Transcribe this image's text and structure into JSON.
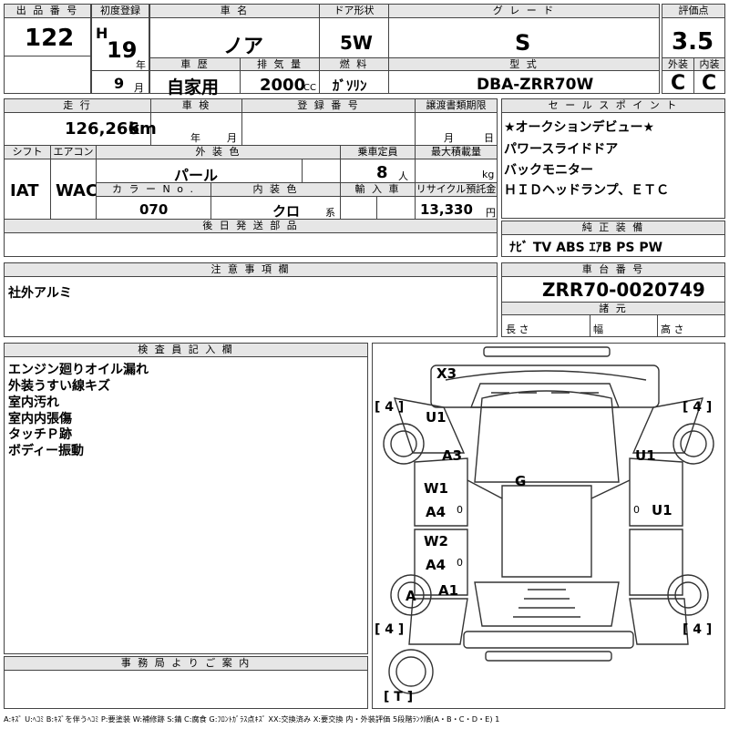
{
  "header": {
    "lot_no_label": "出 品 番 号",
    "lot_no": "122",
    "first_reg_label": "初度登録",
    "era": "H",
    "year": "19",
    "year_unit": "年",
    "month": "9",
    "month_unit": "月",
    "car_name_label": "車 名",
    "car_name": "ノア",
    "door_label": "ドア形状",
    "door": "5W",
    "grade_label": "グ レ ー ド",
    "grade": "S",
    "score_label": "評価点",
    "score": "3.5",
    "history_label": "車 歴",
    "history": "自家用",
    "displacement_label": "排 気 量",
    "displacement": "2000",
    "displacement_unit": "CC",
    "fuel_label": "燃 料",
    "fuel": "ｶﾞｿﾘﾝ",
    "model_label": "型 式",
    "model": "DBA-ZRR70W",
    "ext_label": "外装",
    "int_label": "内装",
    "ext_grade": "C",
    "int_grade": "C"
  },
  "row2": {
    "mileage_label": "走 行",
    "mileage": "126,266",
    "mileage_unit": "km",
    "inspection_label": "車 検",
    "insp_year_unit": "年",
    "insp_month_unit": "月",
    "reg_no_label": "登 録 番 号",
    "transfer_label": "譲渡書類期限",
    "transfer_month_unit": "月",
    "transfer_day_unit": "日",
    "shift_label": "シフト",
    "shift": "IAT",
    "aircon_label": "エアコン",
    "aircon": "WAC",
    "color_label": "外 装 色",
    "color": "パール",
    "capacity_label": "乗車定員",
    "capacity": "8",
    "capacity_unit": "人",
    "max_load_label": "最大積載量",
    "max_load_unit": "kg",
    "color_no_label": "カ ラ ー N o .",
    "color_no": "070",
    "int_color_label": "内 装 色",
    "int_color": "クロ",
    "int_color_unit": "系",
    "import_label": "輸 入 車",
    "recycle_label": "リサイクル預託金",
    "recycle": "13,330",
    "recycle_unit": "円",
    "later_parts_label": "後 日 発 送 部 品"
  },
  "sales_points": {
    "label": "セ ー ル ス ポ イ ン ト",
    "lines": [
      "★オークションデビュー★",
      "パワースライドドア",
      "バックモニター",
      "ＨＩＤヘッドランプ、ＥＴＣ"
    ]
  },
  "equipment": {
    "label": "純 正 装 備",
    "value": "ﾅﾋﾞ TV ABS ｴｱB PS PW"
  },
  "notes": {
    "label": "注 意 事 項 欄",
    "value": "社外アルミ"
  },
  "chassis": {
    "label": "車 台 番 号",
    "value": "ZRR70-0020749",
    "spec_label": "諸 元",
    "length_label": "長 さ",
    "width_label": "幅",
    "height_label": "高 さ"
  },
  "inspector": {
    "label": "検 査 員 記 入 欄",
    "lines": [
      "エンジン廻りオイル漏れ",
      "外装うすい線キズ",
      "室内汚れ",
      "室内内張傷",
      "タッチＰ跡",
      "ボディー振動"
    ]
  },
  "office": {
    "label": "事 務 局 よ り ご 案 内"
  },
  "diagram": {
    "marks": {
      "x3": "X3",
      "u1_left": "U1",
      "a3": "A3",
      "g": "G",
      "u1_right_upper": "U1",
      "w1": "W1",
      "a4_upper": "A4",
      "zero_1": "0",
      "zero_2": "0",
      "u1_right_lower": "U1",
      "w2": "W2",
      "a4_lower": "A4",
      "zero_3": "0",
      "a_circle": "A",
      "a1": "A1"
    },
    "tires": {
      "fl": "[ 4 ]",
      "fr": "[ 4 ]",
      "rl": "[ 4 ]",
      "rr": "[ 4 ]",
      "spare": "[ T ]"
    }
  },
  "legend": "A:ｷｽﾞ U:ﾍｺﾐ B:ｷｽﾞを伴うﾍｺﾐ P:要塗装 W:補修跡 S:錆 C:腐食 G:ﾌﾛﾝﾄｶﾞﾗｽ点ｷｽﾞ XX:交換済み X:要交換 内・外装評価 5段階ﾗﾝｸ順(A・B・C・D・E) 1"
}
